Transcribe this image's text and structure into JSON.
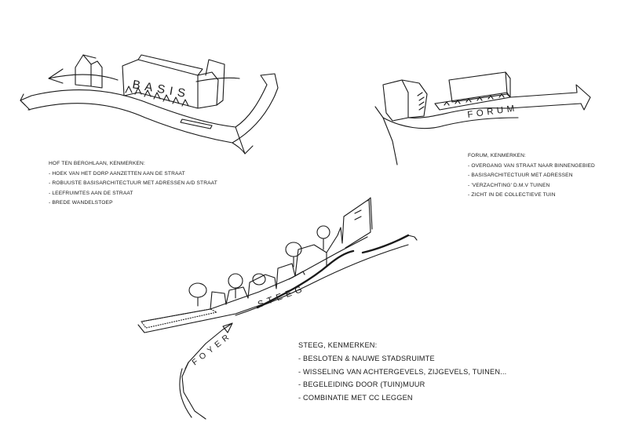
{
  "diagram_labels": {
    "basis": "BASIS",
    "forum": "FORUM",
    "steeg": "STEEG",
    "foyer": "FOYER"
  },
  "notes": {
    "hof": {
      "title": "HOF TEN BERGHLAAN, KENMERKEN:",
      "items": [
        "- HOEK VAN HET DORP AANZETTEN AAN DE STRAAT",
        "- ROBUUSTE BASISARCHITECTUUR MET ADRESSEN A/D STRAAT",
        "- LEEFRUIMTES AAN DE STRAAT",
        "- BREDE WANDELSTOEP"
      ]
    },
    "forum": {
      "title": "FORUM, KENMERKEN:",
      "items": [
        "- OVERGANG VAN STRAAT NAAR BINNENGEBIED",
        "- BASISARCHITECTUUR MET ADRESSEN",
        "- 'VERZACHTING' D.M.V TUINEN",
        "- ZICHT IN DE COLLECTIEVE TUIN"
      ]
    },
    "steeg": {
      "title": "STEEG, KENMERKEN:",
      "items": [
        "- BESLOTEN & NAUWE STADSRUIMTE",
        "- WISSELING VAN ACHTERGEVELS, ZIJGEVELS, TUINEN...",
        "- BEGELEIDING DOOR (TUIN)MUUR",
        "- COMBINATIE MET CC LEGGEN"
      ]
    }
  }
}
